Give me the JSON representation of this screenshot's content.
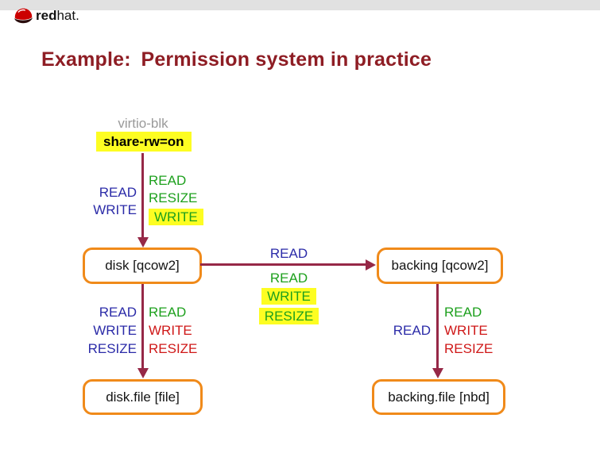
{
  "header": {
    "brand": {
      "bold": "red",
      "rest": "hat."
    },
    "title": "Example: Permission system in practice"
  },
  "colors": {
    "title": "#8e1d24",
    "topbar": "#e1e1e1",
    "arrow": "#962847",
    "box-border": "#f08a1a",
    "highlight": "#fdfd22",
    "perm-blue": "#2b2ba8",
    "perm-green": "#1da01d",
    "perm-red": "#cf1818",
    "muted": "#9a9a9a",
    "text": "#141414",
    "brand-red": "#cc0000"
  },
  "diagram": {
    "virtio": {
      "device": "virtio-blk",
      "option": "share-rw=on"
    },
    "nodes": {
      "disk": "disk [qcow2]",
      "backing": "backing [qcow2]",
      "disk_file": "disk.file [file]",
      "backing_file": "backing.file [nbd]"
    },
    "edges": {
      "virtio_disk": {
        "left": [
          "READ",
          "WRITE"
        ],
        "right": [
          "READ",
          "RESIZE",
          "WRITE"
        ]
      },
      "disk_backing": {
        "above": [
          "READ"
        ],
        "below": [
          "READ",
          "WRITE",
          "RESIZE"
        ]
      },
      "disk_diskfile": {
        "left": [
          "READ",
          "WRITE",
          "RESIZE"
        ],
        "right": [
          "READ",
          "WRITE",
          "RESIZE"
        ]
      },
      "backing_backingfile": {
        "left": [
          "READ"
        ],
        "right": [
          "READ",
          "WRITE",
          "RESIZE"
        ]
      }
    }
  }
}
